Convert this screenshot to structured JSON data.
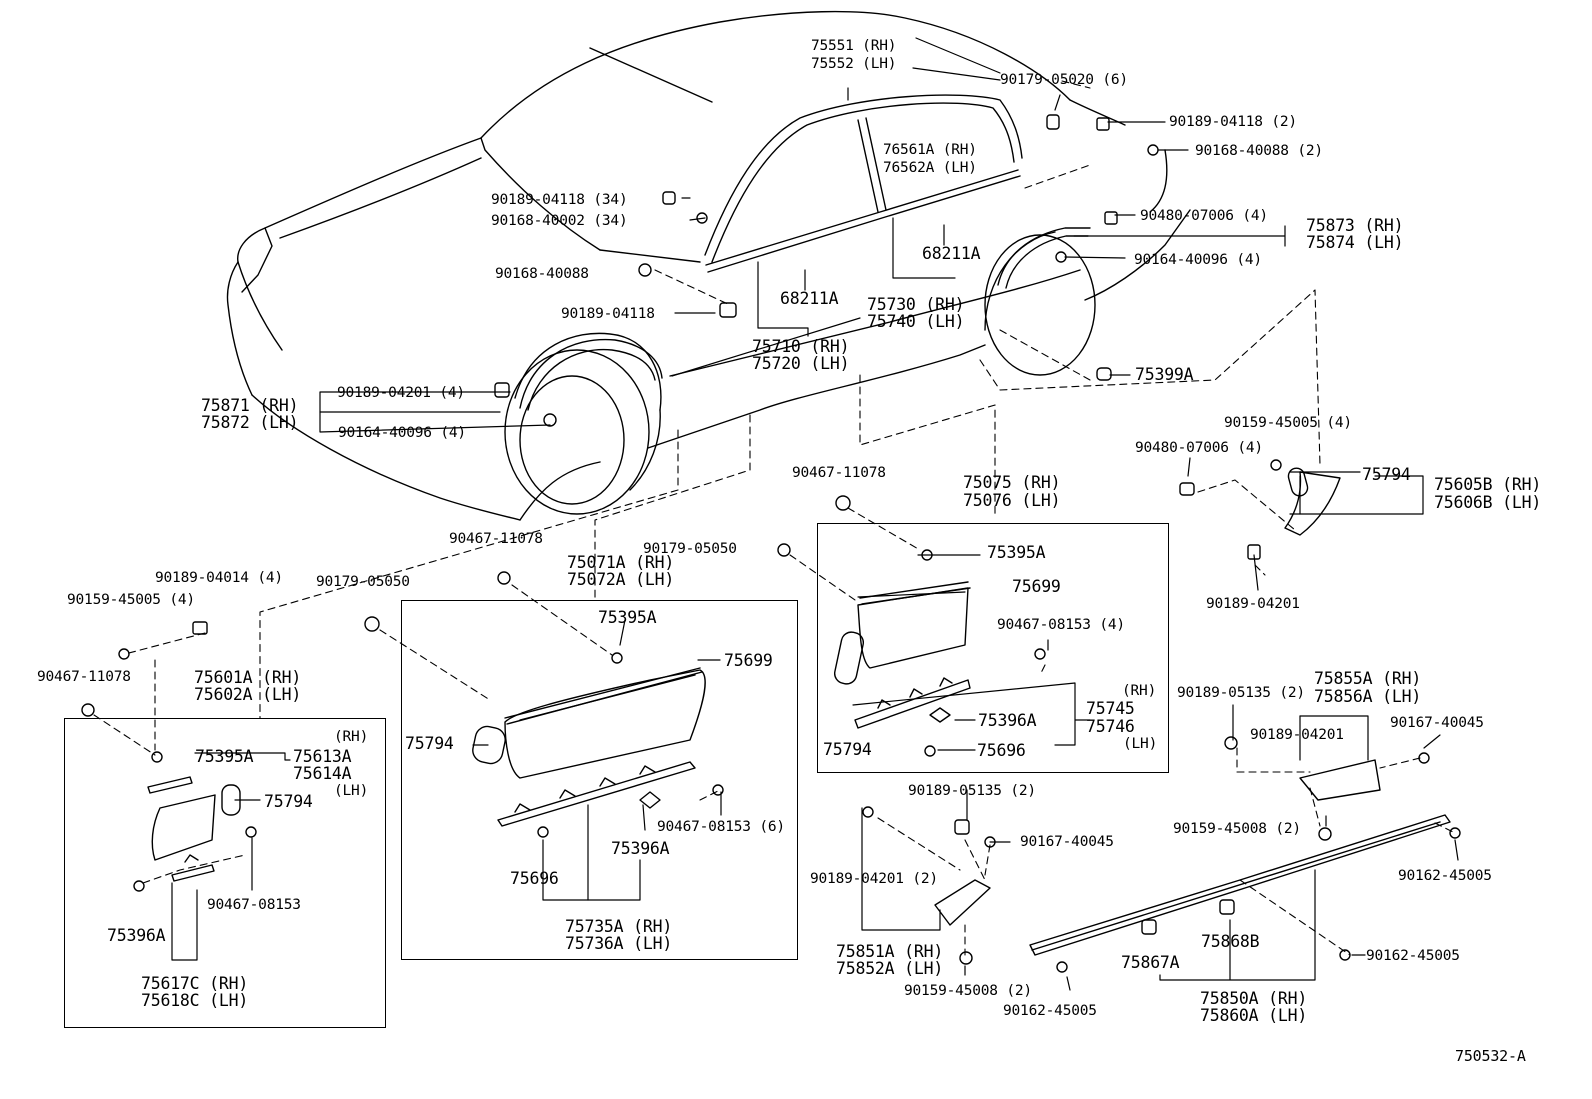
{
  "diagram_id": "750532-A",
  "labels": [
    {
      "id": "l01",
      "text": "75551 (RH)"
    },
    {
      "id": "l02",
      "text": "75552 (LH)"
    },
    {
      "id": "l03",
      "text": "90179-05020 (6)"
    },
    {
      "id": "l04",
      "text": "90189-04118 (2)"
    },
    {
      "id": "l05",
      "text": "90168-40088 (2)"
    },
    {
      "id": "l06",
      "text": "76561A (RH)"
    },
    {
      "id": "l07",
      "text": "76562A (LH)"
    },
    {
      "id": "l08",
      "text": "90189-04118 (34)"
    },
    {
      "id": "l09",
      "text": "90168-40002 (34)"
    },
    {
      "id": "l10",
      "text": "90480-07006 (4)"
    },
    {
      "id": "l11",
      "text": "75873 (RH)"
    },
    {
      "id": "l12",
      "text": "75874 (LH)"
    },
    {
      "id": "l13",
      "text": "68211A"
    },
    {
      "id": "l14",
      "text": "90164-40096 (4)"
    },
    {
      "id": "l15",
      "text": "90168-40088"
    },
    {
      "id": "l16",
      "text": "68211A"
    },
    {
      "id": "l17",
      "text": "75730 (RH)"
    },
    {
      "id": "l18",
      "text": "75740 (LH)"
    },
    {
      "id": "l19",
      "text": "90189-04118"
    },
    {
      "id": "l20",
      "text": "75710 (RH)"
    },
    {
      "id": "l21",
      "text": "75720 (LH)"
    },
    {
      "id": "l22",
      "text": "75399A"
    },
    {
      "id": "l23",
      "text": "90189-04201 (4)"
    },
    {
      "id": "l24",
      "text": "75871 (RH)"
    },
    {
      "id": "l25",
      "text": "75872 (LH)"
    },
    {
      "id": "l26",
      "text": "90164-40096 (4)"
    },
    {
      "id": "l27",
      "text": "90159-45005 (4)"
    },
    {
      "id": "l28",
      "text": "90480-07006 (4)"
    },
    {
      "id": "l29",
      "text": "90467-11078"
    },
    {
      "id": "l30",
      "text": "75075 (RH)"
    },
    {
      "id": "l31",
      "text": "75076 (LH)"
    },
    {
      "id": "l32",
      "text": "75794"
    },
    {
      "id": "l33",
      "text": "75605B (RH)"
    },
    {
      "id": "l34",
      "text": "75606B (LH)"
    },
    {
      "id": "l35",
      "text": "90467-11078"
    },
    {
      "id": "l36",
      "text": "75071A (RH)"
    },
    {
      "id": "l37",
      "text": "75072A (LH)"
    },
    {
      "id": "l38",
      "text": "90179-05050"
    },
    {
      "id": "l39",
      "text": "75395A"
    },
    {
      "id": "l40",
      "text": "90189-04201"
    },
    {
      "id": "l41",
      "text": "90189-04014 (4)"
    },
    {
      "id": "l42",
      "text": "90179-05050"
    },
    {
      "id": "l43",
      "text": "75699"
    },
    {
      "id": "l44",
      "text": "90159-45005 (4)"
    },
    {
      "id": "l45",
      "text": "75395A"
    },
    {
      "id": "l46",
      "text": "90467-08153 (4)"
    },
    {
      "id": "l47",
      "text": "90467-11078"
    },
    {
      "id": "l48",
      "text": "75601A (RH)"
    },
    {
      "id": "l49",
      "text": "75602A (LH)"
    },
    {
      "id": "l50",
      "text": "75699"
    },
    {
      "id": "l51",
      "text": "(RH)"
    },
    {
      "id": "l52",
      "text": "75745"
    },
    {
      "id": "l53",
      "text": "75746"
    },
    {
      "id": "l54",
      "text": "(LH)"
    },
    {
      "id": "l55",
      "text": "75855A (RH)"
    },
    {
      "id": "l56",
      "text": "75856A (LH)"
    },
    {
      "id": "l57",
      "text": "90189-05135 (2)"
    },
    {
      "id": "l58",
      "text": "(RH)"
    },
    {
      "id": "l59",
      "text": "75396A"
    },
    {
      "id": "l60",
      "text": "75794"
    },
    {
      "id": "l61",
      "text": "75696"
    },
    {
      "id": "l62",
      "text": "90189-04201"
    },
    {
      "id": "l63",
      "text": "90167-40045"
    },
    {
      "id": "l64",
      "text": "75395A"
    },
    {
      "id": "l65",
      "text": "75613A"
    },
    {
      "id": "l66",
      "text": "75614A"
    },
    {
      "id": "l67",
      "text": "75794"
    },
    {
      "id": "l68",
      "text": "(LH)"
    },
    {
      "id": "l69",
      "text": "75794"
    },
    {
      "id": "l70",
      "text": "90189-05135 (2)"
    },
    {
      "id": "l71",
      "text": "90159-45008 (2)"
    },
    {
      "id": "l72",
      "text": "90467-08153 (6)"
    },
    {
      "id": "l73",
      "text": "90167-40045"
    },
    {
      "id": "l74",
      "text": "75396A"
    },
    {
      "id": "l75",
      "text": "90162-45005"
    },
    {
      "id": "l76",
      "text": "75696"
    },
    {
      "id": "l77",
      "text": "90189-04201 (2)"
    },
    {
      "id": "l78",
      "text": "90467-08153"
    },
    {
      "id": "l79",
      "text": "75735A (RH)"
    },
    {
      "id": "l80",
      "text": "75736A (LH)"
    },
    {
      "id": "l81",
      "text": "75396A"
    },
    {
      "id": "l82",
      "text": "75851A (RH)"
    },
    {
      "id": "l83",
      "text": "75852A (LH)"
    },
    {
      "id": "l84",
      "text": "75868B"
    },
    {
      "id": "l85",
      "text": "90162-45005"
    },
    {
      "id": "l86",
      "text": "75867A"
    },
    {
      "id": "l87",
      "text": "75617C (RH)"
    },
    {
      "id": "l88",
      "text": "75618C (LH)"
    },
    {
      "id": "l89",
      "text": "90159-45008 (2)"
    },
    {
      "id": "l90",
      "text": "90162-45005"
    },
    {
      "id": "l91",
      "text": "75850A (RH)"
    },
    {
      "id": "l92",
      "text": "75860A (LH)"
    }
  ]
}
